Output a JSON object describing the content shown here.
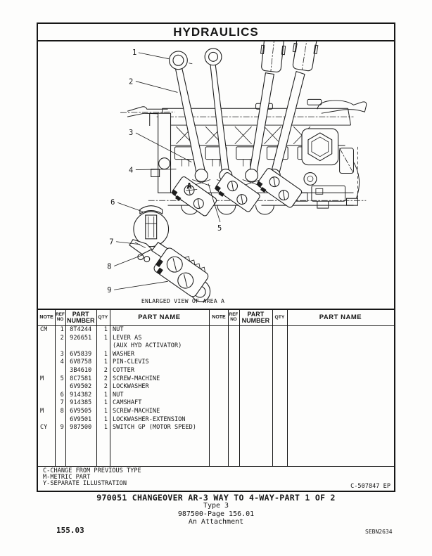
{
  "header": {
    "title": "HYDRAULICS"
  },
  "diagram": {
    "callouts": [
      "1",
      "2",
      "3",
      "4",
      "5",
      "6",
      "7",
      "8",
      "9"
    ],
    "area_label": "A",
    "enlarged_caption": "ENLARGED VIEW OF AREA A"
  },
  "table": {
    "headers": {
      "note": "NOTE",
      "ref_line1": "REF",
      "ref_line2": "NO",
      "part_line1": "PART",
      "part_line2": "NUMBER",
      "qty": "QTY",
      "part_name": "PART NAME"
    },
    "rows": [
      {
        "note": "CM",
        "ref": "1",
        "part": "8T4244",
        "qty": "1",
        "name": "NUT"
      },
      {
        "note": "",
        "ref": "2",
        "part": "926651",
        "qty": "1",
        "name": "LEVER AS"
      },
      {
        "note": "",
        "ref": "",
        "part": "",
        "qty": "",
        "name": "(AUX HYD ACTIVATOR)"
      },
      {
        "note": "",
        "ref": "3",
        "part": "6V5839",
        "qty": "1",
        "name": "WASHER"
      },
      {
        "note": "",
        "ref": "4",
        "part": "6V8758",
        "qty": "1",
        "name": "PIN-CLEVIS"
      },
      {
        "note": "",
        "ref": "",
        "part": "3B4610",
        "qty": "2",
        "name": "COTTER"
      },
      {
        "note": "M",
        "ref": "5",
        "part": "8C7581",
        "qty": "2",
        "name": "SCREW-MACHINE"
      },
      {
        "note": "",
        "ref": "",
        "part": "6V9502",
        "qty": "2",
        "name": "LOCKWASHER"
      },
      {
        "note": "",
        "ref": "6",
        "part": "914382",
        "qty": "1",
        "name": "NUT"
      },
      {
        "note": "",
        "ref": "7",
        "part": "914385",
        "qty": "1",
        "name": "CAMSHAFT"
      },
      {
        "note": "M",
        "ref": "8",
        "part": "6V9505",
        "qty": "1",
        "name": "SCREW-MACHINE"
      },
      {
        "note": "",
        "ref": "",
        "part": "6V9501",
        "qty": "1",
        "name": "LOCKWASHER-EXTENSION"
      },
      {
        "note": "CY",
        "ref": "9",
        "part": "987500",
        "qty": "1",
        "name": "SWITCH GP (MOTOR SPEED)"
      }
    ]
  },
  "legend": {
    "lines": [
      "C-CHANGE FROM PREVIOUS TYPE",
      "M-METRIC PART",
      "Y-SEPARATE ILLUSTRATION"
    ],
    "drawing_ref": "C-507847 EP"
  },
  "footer": {
    "title": "970051 CHANGEOVER AR-3 WAY TO 4-WAY-PART 1 OF 2",
    "type_line": "Type 3",
    "page_line": "987500-Page 156.01",
    "attachment_line": "An Attachment",
    "page_number": "155.03",
    "manual_code": "SEBN2634"
  }
}
